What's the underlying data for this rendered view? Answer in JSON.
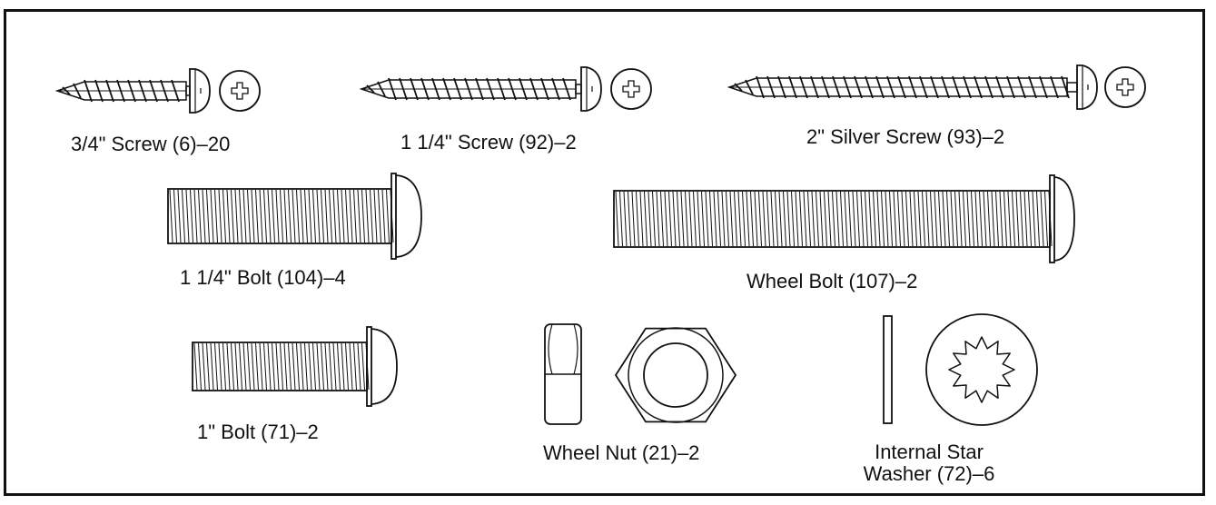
{
  "hardware": {
    "screws": [
      {
        "label": "3/4\" Screw (6)–20"
      },
      {
        "label": "1 1/4\" Screw (92)–2"
      },
      {
        "label": "2\" Silver Screw (93)–2"
      }
    ],
    "bolts": [
      {
        "label": "1 1/4\" Bolt (104)–4"
      },
      {
        "label": "Wheel Bolt (107)–2"
      },
      {
        "label": "1\" Bolt (71)–2"
      }
    ],
    "nut": {
      "label": "Wheel Nut (21)–2"
    },
    "washer": {
      "label_line1": "Internal Star",
      "label_line2": "Washer (72)–6"
    }
  },
  "colors": {
    "line": "#111111",
    "background": "#ffffff"
  }
}
